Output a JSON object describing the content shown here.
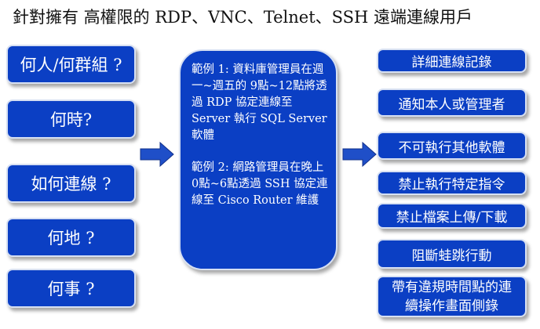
{
  "title": "針對擁有 高權限的 RDP、VNC、Telnet、SSH 遠端連線用戶",
  "left_boxes": [
    "何人/何群組 ?",
    "何時?",
    "如何連線 ?",
    "何地 ?",
    "何事 ?"
  ],
  "center": {
    "example1": "範例 1: 資料庫管理員在週一~週五的 9點~12點將透過 RDP 協定連線至 Server 執行 SQL Server 軟體",
    "example2": "範例 2: 網路管理員在晚上 0點~6點透過 SSH 協定連線至 Cisco Router 維護"
  },
  "right_boxes": [
    "詳細連線記錄",
    "通知本人或管理者",
    "不可執行其他軟體",
    "禁止執行特定指令",
    "禁止檔案上傳/下載",
    "阻斷蛙跳行動",
    "帶有違規時間點的連續操作畫面側錄"
  ],
  "colors": {
    "box_fill": "#0b3fc4",
    "box_border": "#d7e0f2",
    "arrow_fill": "#1f4fc8"
  }
}
